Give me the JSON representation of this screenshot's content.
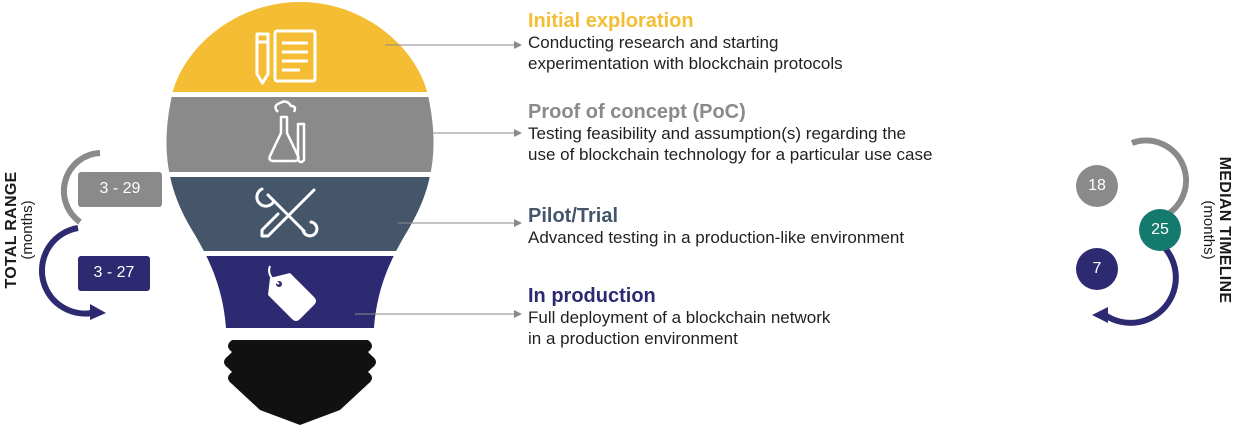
{
  "stages": [
    {
      "title": "Initial exploration",
      "desc_lines": [
        "Conducting research and starting",
        "experimentation with blockchain protocols"
      ],
      "color": "#f4bd33",
      "icon": "document-pencil-icon"
    },
    {
      "title": "Proof of concept (PoC)",
      "desc_lines": [
        "Testing feasibility and assumption(s) regarding the",
        "use of blockchain technology for a particular use case"
      ],
      "color": "#8a8a8a",
      "icon": "lab-flasks-icon"
    },
    {
      "title": "Pilot/Trial",
      "desc_lines": [
        "Advanced testing in a production-like environment"
      ],
      "color": "#45566a",
      "icon": "tools-icon"
    },
    {
      "title": "In production",
      "desc_lines": [
        "Full deployment of a blockchain network",
        "in a production environment"
      ],
      "color": "#2e2a72",
      "icon": "price-tag-icon"
    }
  ],
  "total_range": {
    "label": "TOTAL RANGE",
    "unit": "(months)",
    "poc_range": "3 - 29",
    "pilot_range": "3 - 27",
    "poc_color": "#8a8a8a",
    "pilot_color": "#2e2a72"
  },
  "median_timeline": {
    "label": "MEDIAN TIMELINE",
    "unit": "(months)",
    "poc_value": "18",
    "total_value": "25",
    "pilot_value": "7",
    "poc_color": "#8a8a8a",
    "total_color": "#147a6d",
    "pilot_color": "#2e2a72"
  }
}
